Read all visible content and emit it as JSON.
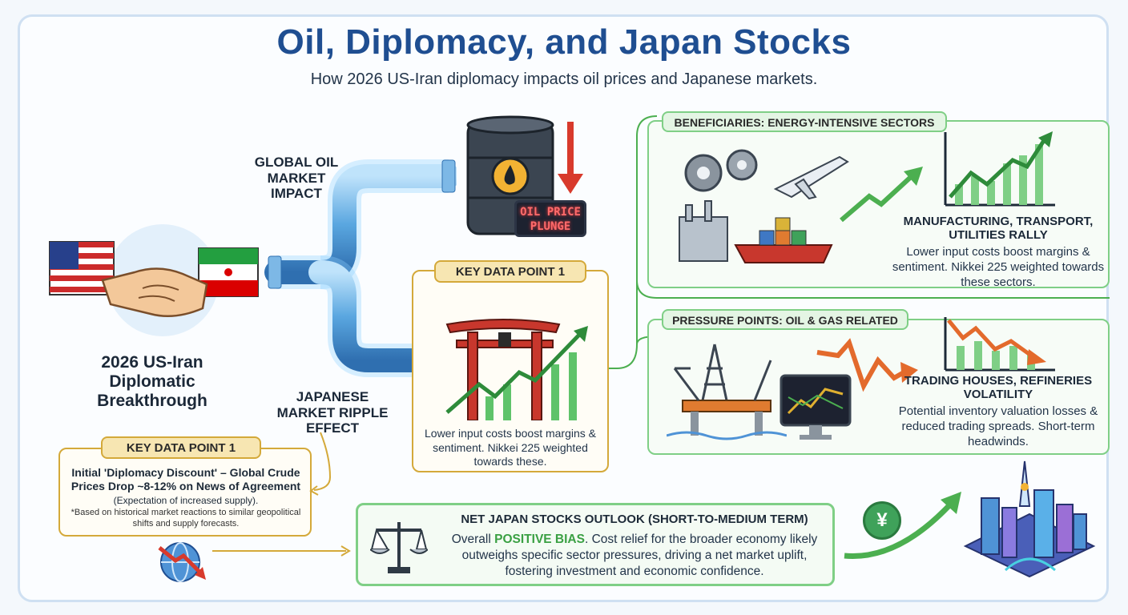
{
  "header": {
    "title": "Oil, Diplomacy, and Japan Stocks",
    "subtitle": "How 2026 US-Iran diplomacy impacts oil prices and Japanese markets."
  },
  "flow": {
    "global_oil_label": "GLOBAL OIL MARKET IMPACT",
    "japanese_market_label": "JAPANESE MARKET RIPPLE EFFECT",
    "breakthrough_label": "2026 US-Iran Diplomatic Breakthrough",
    "oil_sign": "OIL PRICE PLUNGE"
  },
  "key_data_left": {
    "badge": "KEY DATA POINT 1",
    "headline": "Initial 'Diplomacy Discount' – Global Crude Prices Drop ~8-12% on News of Agreement",
    "note": "(Expectation of increased supply).",
    "footnote": "*Based on historical market reactions to similar geopolitical shifts and supply forecasts."
  },
  "key_data_center": {
    "badge": "KEY DATA POINT 1",
    "text": "Lower input costs boost margins & sentiment. Nikkei 225 weighted towards these."
  },
  "beneficiaries": {
    "header": "BENEFICIARIES: ENERGY-INTENSIVE SECTORS",
    "title": "MANUFACTURING, TRANSPORT, UTILITIES RALLY",
    "text": "Lower input costs boost margins & sentiment. Nikkei 225 weighted towards these sectors."
  },
  "pressure": {
    "header": "PRESSURE POINTS: OIL & GAS RELATED",
    "title": "TRADING HOUSES, REFINERIES VOLATILITY",
    "text": "Potential inventory valuation losses & reduced trading spreads. Short-term headwinds."
  },
  "outlook": {
    "title": "NET JAPAN STOCKS OUTLOOK (SHORT-TO-MEDIUM TERM)",
    "lead": "Overall",
    "highlight": "POSITIVE BIAS",
    "text": ". Cost relief for the broader economy likely outweighs specific sector pressures, driving a net market uplift, fostering investment and economic confidence.",
    "yen_symbol": "¥"
  },
  "colors": {
    "title_blue": "#1f4e91",
    "green": "#4caf50",
    "gold": "#d4a93a",
    "red": "#d83a2c",
    "pipe_blue": "#5aa7e0"
  }
}
